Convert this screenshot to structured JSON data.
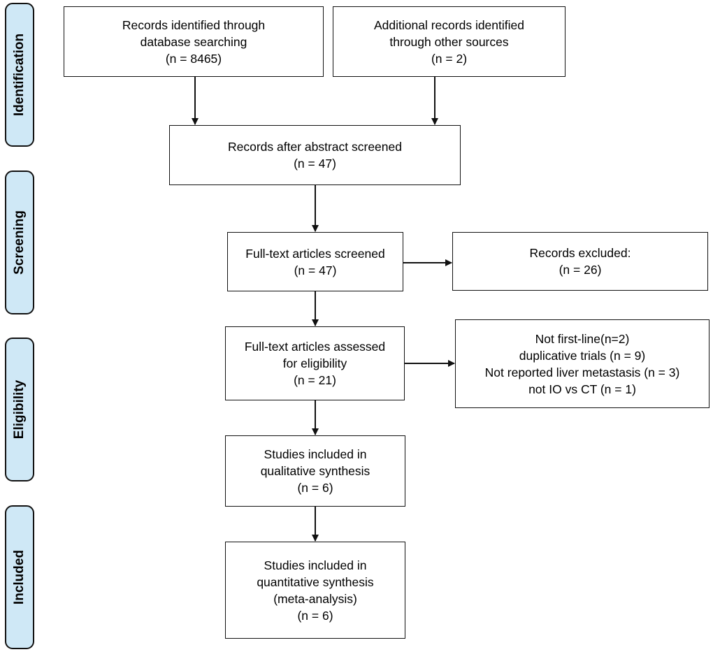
{
  "phases": {
    "identification": "Identification",
    "screening": "Screening",
    "eligibility": "Eligibility",
    "included": "Included"
  },
  "boxes": {
    "database_records": [
      "Records identified through",
      "database searching",
      "(n = 8465)"
    ],
    "other_records": [
      "Additional records identified",
      "through other sources",
      "(n = 2)"
    ],
    "abstract_screened": [
      "Records after abstract screened",
      "(n = 47)"
    ],
    "fulltext_screened": [
      "Full-text articles screened",
      "(n = 47)"
    ],
    "records_excluded": [
      "Records excluded:",
      "(n = 26)"
    ],
    "fulltext_assessed": [
      "Full-text articles assessed",
      "for eligibility",
      "(n = 21)"
    ],
    "exclusion_reasons": [
      "Not first-line(n=2)",
      "duplicative trials (n = 9)",
      "Not reported liver metastasis (n = 3)",
      "not IO vs CT (n = 1)"
    ],
    "qualitative": [
      "Studies included in",
      "qualitative synthesis",
      "(n = 6)"
    ],
    "quantitative": [
      "Studies included in",
      "quantitative synthesis",
      "(meta-analysis)",
      "(n = 6)"
    ]
  }
}
